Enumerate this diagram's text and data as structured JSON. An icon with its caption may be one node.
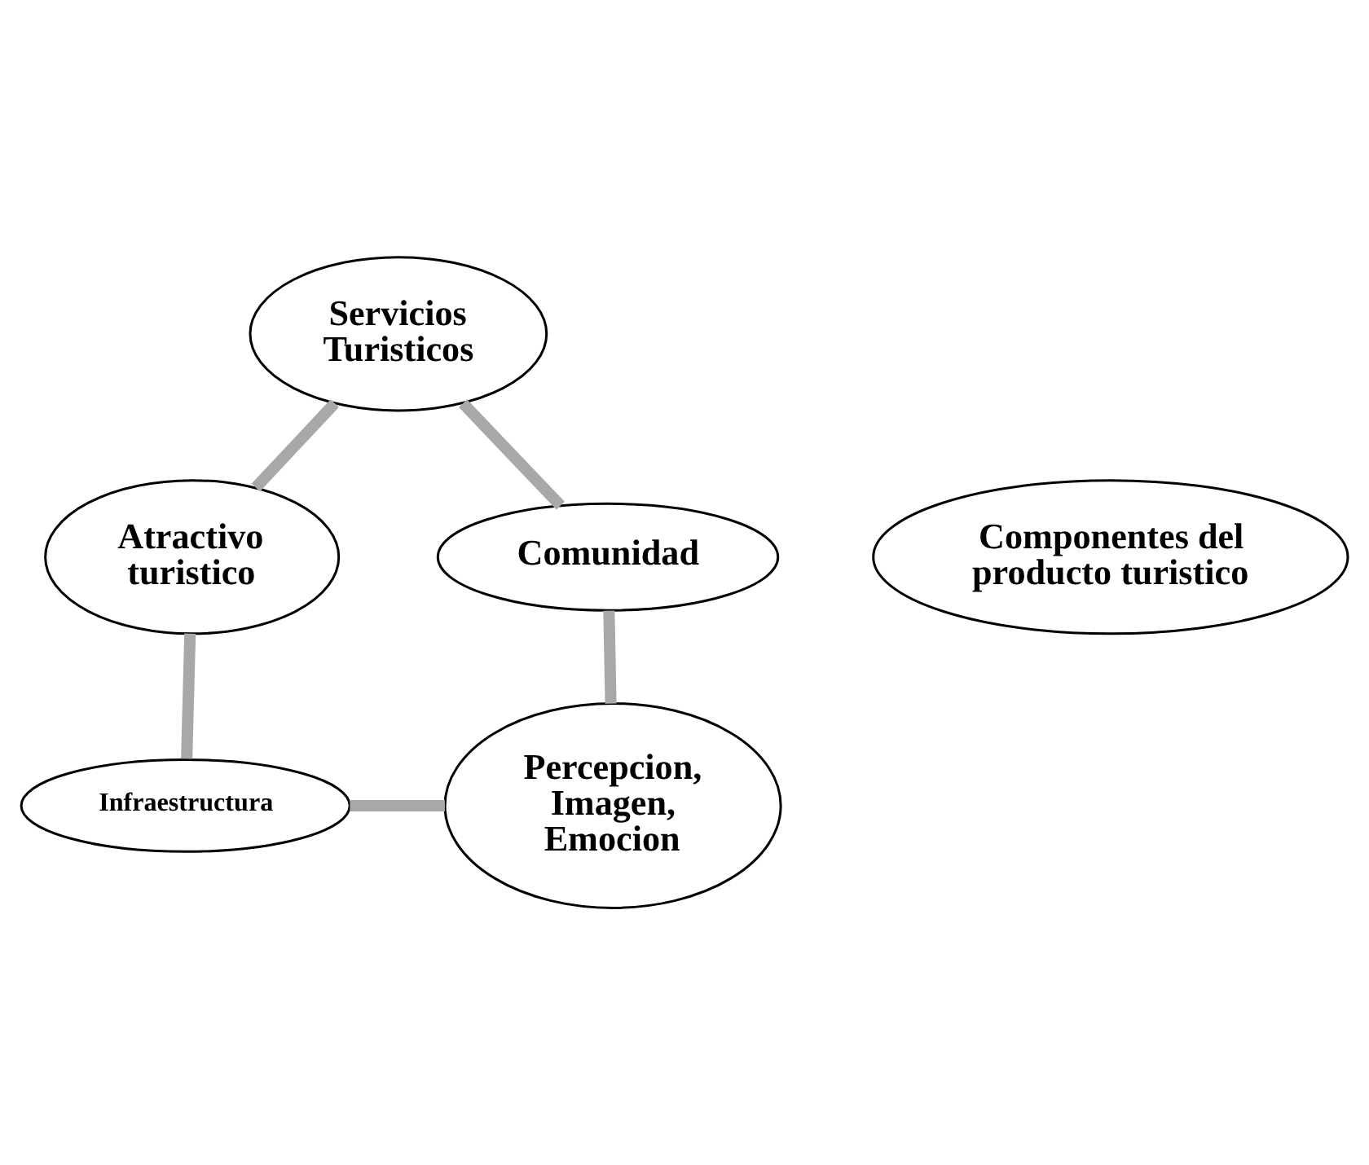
{
  "diagram": {
    "nodes": [
      {
        "text": [
          "Servicios Turisticos"
        ]
      },
      {
        "text": [
          "Atractivo turistico"
        ]
      },
      {
        "text": [
          "Comunidad"
        ]
      },
      {
        "text": [
          "Componentes del producto turistico"
        ]
      },
      {
        "text": [
          "Percepcion, Imagen, Emocion"
        ]
      },
      {
        "text": [
          "Infraestructura"
        ]
      }
    ],
    "edges": [
      {
        "from": 0,
        "to": 2,
        "arrow": "none"
      },
      {
        "from": 2,
        "to": 4,
        "arrow": "none"
      },
      {
        "from": 4,
        "to": 5,
        "arrow": "none"
      },
      {
        "from": 5,
        "to": 1,
        "arrow": "none"
      },
      {
        "from": 1,
        "to": 0,
        "arrow": "none"
      }
    ]
  }
}
